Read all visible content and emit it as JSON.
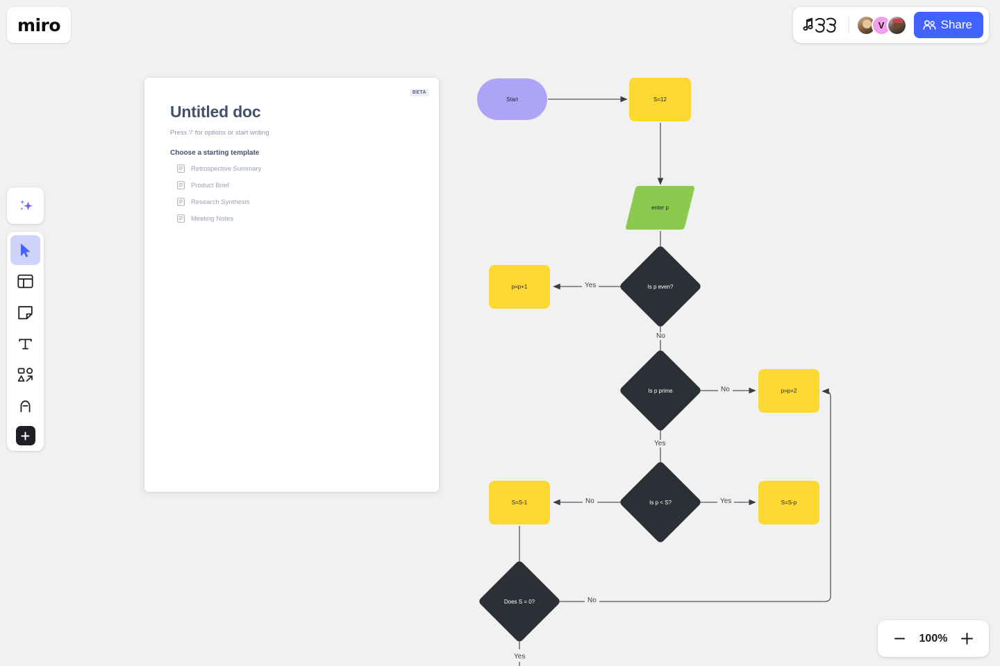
{
  "app": {
    "logo": "miro",
    "canvas_bg": "#f1f1f1"
  },
  "topbar": {
    "jam_icon": "music-notes-icon",
    "collaborators": [
      {
        "name": "collaborator-1",
        "initial": "",
        "color": "#8d6a47"
      },
      {
        "name": "collaborator-2",
        "initial": "V",
        "color": "#f2a0ea"
      },
      {
        "name": "collaborator-3",
        "initial": "",
        "color": "#6d5a4d"
      }
    ],
    "share_label": "Share",
    "share_color": "#4262ff"
  },
  "toolbar": {
    "ai_tool": {
      "name": "ai-sparkles",
      "label": "AI"
    },
    "tools": [
      {
        "name": "select-cursor",
        "label": "Select",
        "active": true
      },
      {
        "name": "templates",
        "label": "Templates",
        "active": false
      },
      {
        "name": "sticky-note",
        "label": "Sticky note",
        "active": false
      },
      {
        "name": "text",
        "label": "Text",
        "active": false
      },
      {
        "name": "shapes-connector",
        "label": "Shapes and connectors",
        "active": false
      },
      {
        "name": "pen",
        "label": "Pen",
        "active": false
      }
    ],
    "more_label": "More apps"
  },
  "doc": {
    "badge": "BETA",
    "title": "Untitled doc",
    "hint": "Press '/' for options or start writing",
    "section_title": "Choose a starting template",
    "templates": [
      {
        "label": "Retrospective Summary"
      },
      {
        "label": "Product Brief"
      },
      {
        "label": "Research Synthesis"
      },
      {
        "label": "Meeting Notes"
      }
    ]
  },
  "zoom": {
    "minus_label": "Zoom out",
    "plus_label": "Zoom in",
    "value": "100%"
  },
  "flowchart": {
    "colors": {
      "terminator": "#ada4f7",
      "process": "#fcd832",
      "io": "#8bc94f",
      "decision": "#2d2f36",
      "edge": "#55565c"
    },
    "nodes": [
      {
        "id": "start",
        "type": "terminator",
        "label": "Start"
      },
      {
        "id": "s12",
        "type": "process",
        "label": "S=12"
      },
      {
        "id": "enterp",
        "type": "io",
        "label": "enter p"
      },
      {
        "id": "peven",
        "type": "decision",
        "label": "Is p even?"
      },
      {
        "id": "pp1",
        "type": "process",
        "label": "p=p+1"
      },
      {
        "id": "pprime",
        "type": "decision",
        "label": "Is p prime"
      },
      {
        "id": "pp2",
        "type": "process",
        "label": "p=p+2"
      },
      {
        "id": "plts",
        "type": "decision",
        "label": "Is p < S?"
      },
      {
        "id": "ss1",
        "type": "process",
        "label": "S=S-1"
      },
      {
        "id": "ssp",
        "type": "process",
        "label": "S=S-p"
      },
      {
        "id": "szero",
        "type": "decision",
        "label": "Does S = 0?"
      }
    ],
    "edge_labels": [
      {
        "id": "peven-yes",
        "text": "Yes"
      },
      {
        "id": "peven-no",
        "text": "No"
      },
      {
        "id": "pprime-no",
        "text": "No"
      },
      {
        "id": "pprime-yes",
        "text": "Yes"
      },
      {
        "id": "plts-no",
        "text": "No"
      },
      {
        "id": "plts-yes",
        "text": "Yes"
      },
      {
        "id": "szero-no",
        "text": "No"
      },
      {
        "id": "szero-yes",
        "text": "Yes"
      }
    ]
  }
}
